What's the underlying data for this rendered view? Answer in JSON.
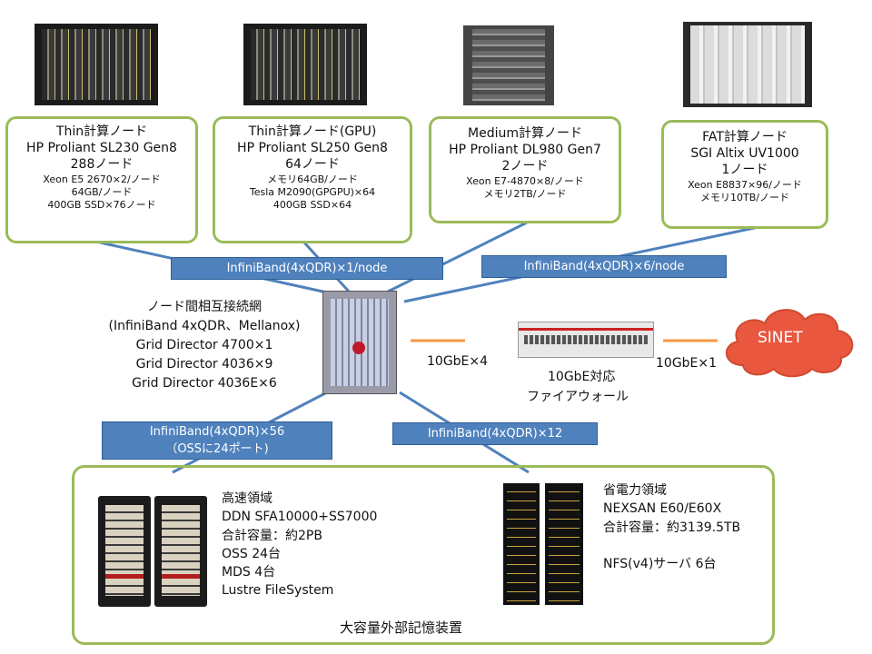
{
  "nodes": [
    {
      "title": "Thin計算ノード",
      "model": "HP Proliant SL230 Gen8",
      "count": "288ノード",
      "details": [
        "Xeon E5 2670×2/ノード",
        "64GB/ノード",
        "400GB SSD×76ノード"
      ]
    },
    {
      "title": "Thin計算ノード(GPU)",
      "model": "HP Proliant SL250 Gen8",
      "count": "64ノード",
      "details": [
        "メモリ64GB/ノード",
        "Tesla M2090(GPGPU)×64",
        "400GB SSD×64"
      ]
    },
    {
      "title": "Medium計算ノード",
      "model": "HP Proliant DL980 Gen7",
      "count": "2ノード",
      "details": [
        "Xeon E7-4870×8/ノード",
        "メモリ2TB/ノード"
      ]
    },
    {
      "title": "FAT計算ノード",
      "model": "SGI Altix UV1000",
      "count": "1ノード",
      "details": [
        "Xeon E8837×96/ノード",
        "メモリ10TB/ノード"
      ]
    }
  ],
  "links": {
    "ib_top_left": "InfiniBand(4xQDR)×1/node",
    "ib_top_right": "InfiniBand(4xQDR)×6/node",
    "ib_bottom_left_1": "InfiniBand(4xQDR)×56",
    "ib_bottom_left_2": "（OSSに24ポート)",
    "ib_bottom_right": "InfiniBand(4xQDR)×12",
    "eth_left": "10GbE×4",
    "eth_right": "10GbE×1"
  },
  "interconnect": {
    "lines": [
      "ノード間相互接続網",
      "(InfiniBand 4xQDR、Mellanox)",
      "Grid Director 4700×1",
      "Grid Director 4036×9",
      "Grid Director 4036E×6"
    ]
  },
  "firewall": {
    "line1": "10GbE対応",
    "line2": "ファイアウォール"
  },
  "cloud": {
    "label": "SINET"
  },
  "storage": {
    "caption": "大容量外部記憶装置",
    "fast": [
      "高速領域",
      "DDN SFA10000+SS7000",
      "合計容量：約2PB",
      "OSS 24台",
      "MDS 4台",
      "Lustre FileSystem"
    ],
    "eco": [
      "省電力領域",
      "NEXSAN E60/E60X",
      "合計容量：約3139.5TB",
      "",
      "NFS(v4)サーバ 6台"
    ]
  },
  "colors": {
    "node_border": "#9bbb59",
    "label_fill": "#4f81bd",
    "line_blue": "#4f81bd",
    "line_orange": "#f79646",
    "cloud_fill": "#e9573f"
  }
}
